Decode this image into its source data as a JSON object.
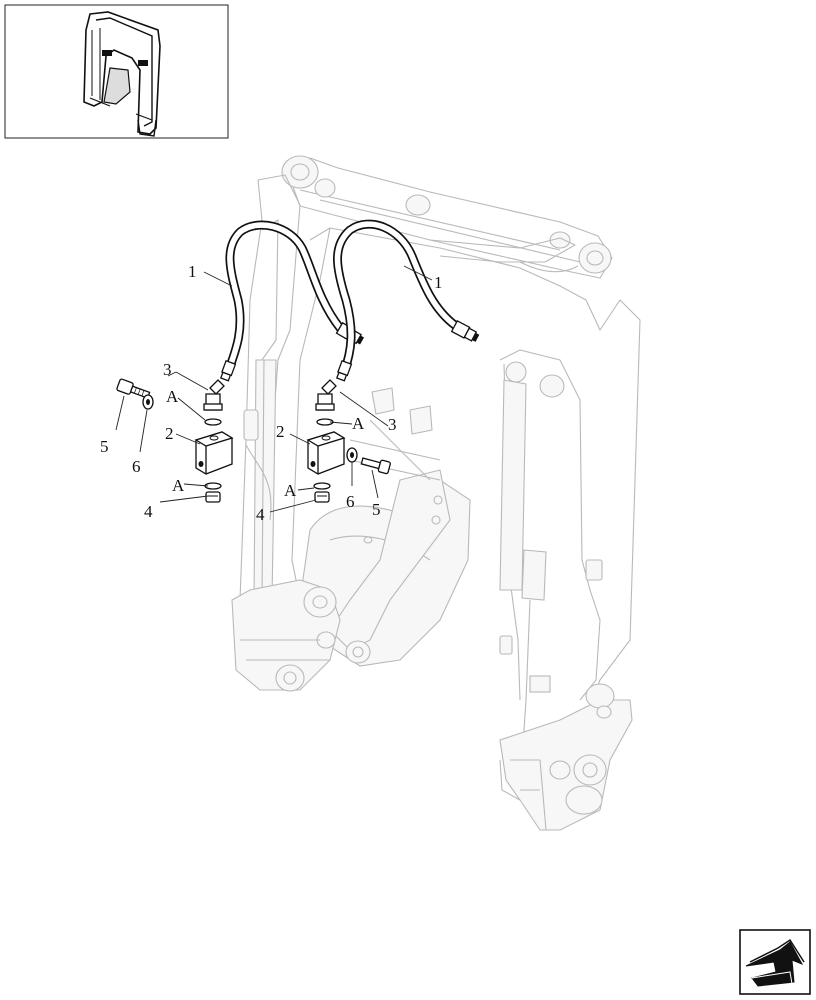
{
  "diagram": {
    "callouts": [
      {
        "id": "c1a",
        "text": "1"
      },
      {
        "id": "c1b",
        "text": "1"
      },
      {
        "id": "c2a",
        "text": "2"
      },
      {
        "id": "c2b",
        "text": "2"
      },
      {
        "id": "c3a",
        "text": "3"
      },
      {
        "id": "c3b",
        "text": "3"
      },
      {
        "id": "c4a",
        "text": "4"
      },
      {
        "id": "c4b",
        "text": "4"
      },
      {
        "id": "c5a",
        "text": "5"
      },
      {
        "id": "c5b",
        "text": "5"
      },
      {
        "id": "c6a",
        "text": "6"
      },
      {
        "id": "c6b",
        "text": "6"
      },
      {
        "id": "cAa",
        "text": "A"
      },
      {
        "id": "cAb",
        "text": "A"
      },
      {
        "id": "cAc",
        "text": "A"
      },
      {
        "id": "cAd",
        "text": "A"
      }
    ]
  },
  "icons": {
    "thumbnail": "loader-boom-thumbnail-icon",
    "nav": "next-page-arrow-icon"
  }
}
